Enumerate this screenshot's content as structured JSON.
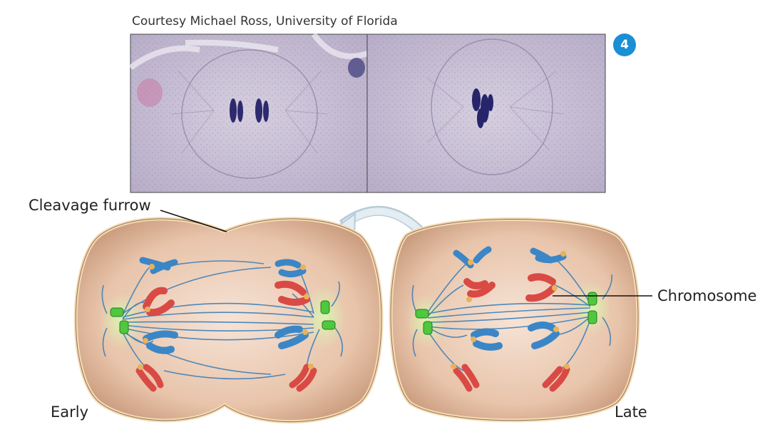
{
  "credit": "Courtesy Michael Ross, University of Florida",
  "step_number": "4",
  "labels": {
    "cleavage_furrow": "Cleavage furrow",
    "chromosome": "Chromosome",
    "early": "Early",
    "late": "Late"
  },
  "colors": {
    "step_badge": "#1a8fd6",
    "cell_fill": "#e7c1a6",
    "cell_outline": "#f3dcb4",
    "spindle": "#3d7fb8",
    "chromosome_red": "#d94a45",
    "chromosome_blue": "#3b86c6",
    "centrosome": "#4fc73e",
    "micrograph_bg": "#bcb2cc",
    "arrow": "#d7e6ee"
  }
}
